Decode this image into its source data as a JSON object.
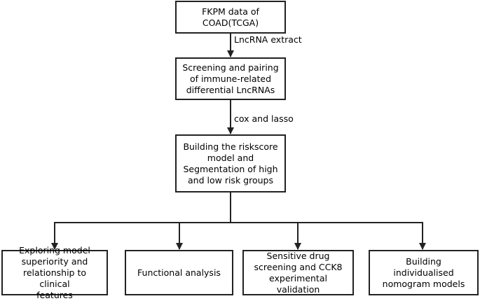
{
  "nodes": {
    "input": "FKPM data of\nCOAD(TCGA)",
    "screening": "Screening and pairing\nof immune-related\ndifferential LncRNAs",
    "model": "Building the riskscore\nmodel and\nSegmentation of high\nand low risk groups",
    "exploring": "Exploring model\nsuperiority and\nrelationship to clinical\nfeatures",
    "functional": "Functional analysis",
    "drug": "Sensitive drug\nscreening and CCK8\nexperimental validation",
    "nomogram": "Building individualised\nnomogram models"
  },
  "edges": {
    "lncrna_extract": "LncRNA extract",
    "cox_lasso": "cox and lasso"
  },
  "colors": {
    "line": "#222222",
    "box_border": "#222222",
    "background": "#ffffff"
  }
}
